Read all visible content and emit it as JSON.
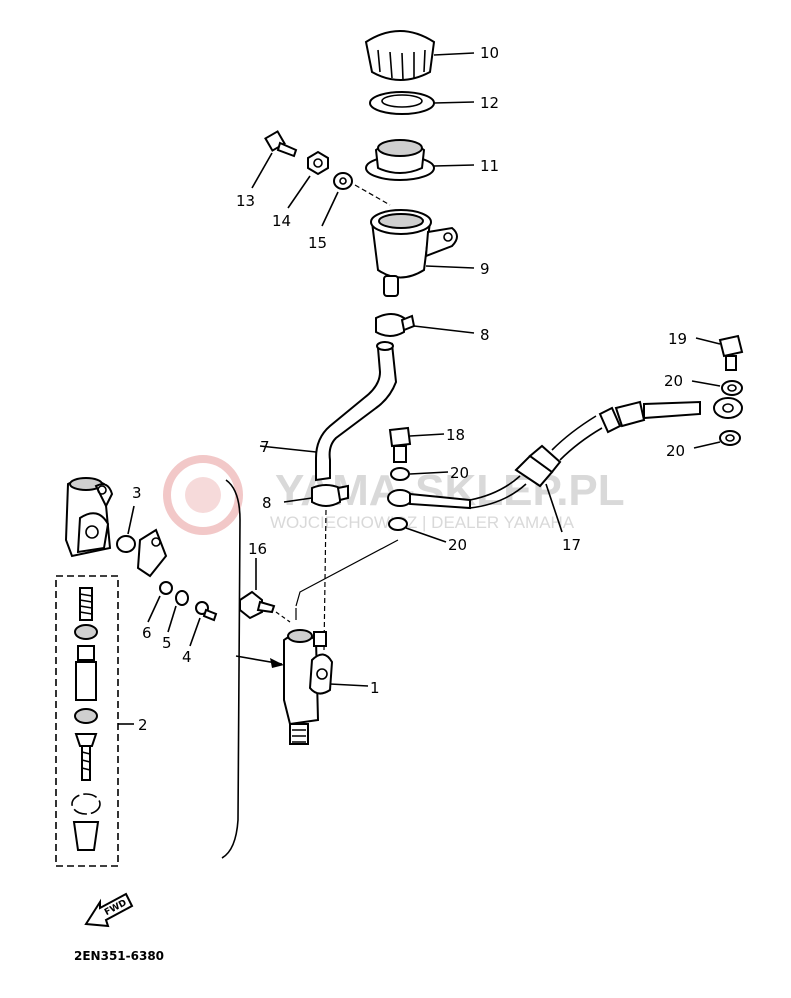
{
  "diagram_code": "2EN351-6380",
  "watermark": {
    "line1": "YAMA-SKLEP.PL",
    "line2": "WOJCIECHOWICZ | DEALER YAMAHA"
  },
  "fwd_label": "FWD",
  "parts": {
    "p1": "1",
    "p2": "2",
    "p3": "3",
    "p4": "4",
    "p5": "5",
    "p6": "6",
    "p7": "7",
    "p8a": "8",
    "p8b": "8",
    "p9": "9",
    "p10": "10",
    "p11": "11",
    "p12": "12",
    "p13": "13",
    "p14": "14",
    "p15": "15",
    "p16": "16",
    "p17": "17",
    "p18": "18",
    "p19": "19",
    "p20a": "20",
    "p20b": "20",
    "p20c": "20",
    "p20d": "20"
  }
}
